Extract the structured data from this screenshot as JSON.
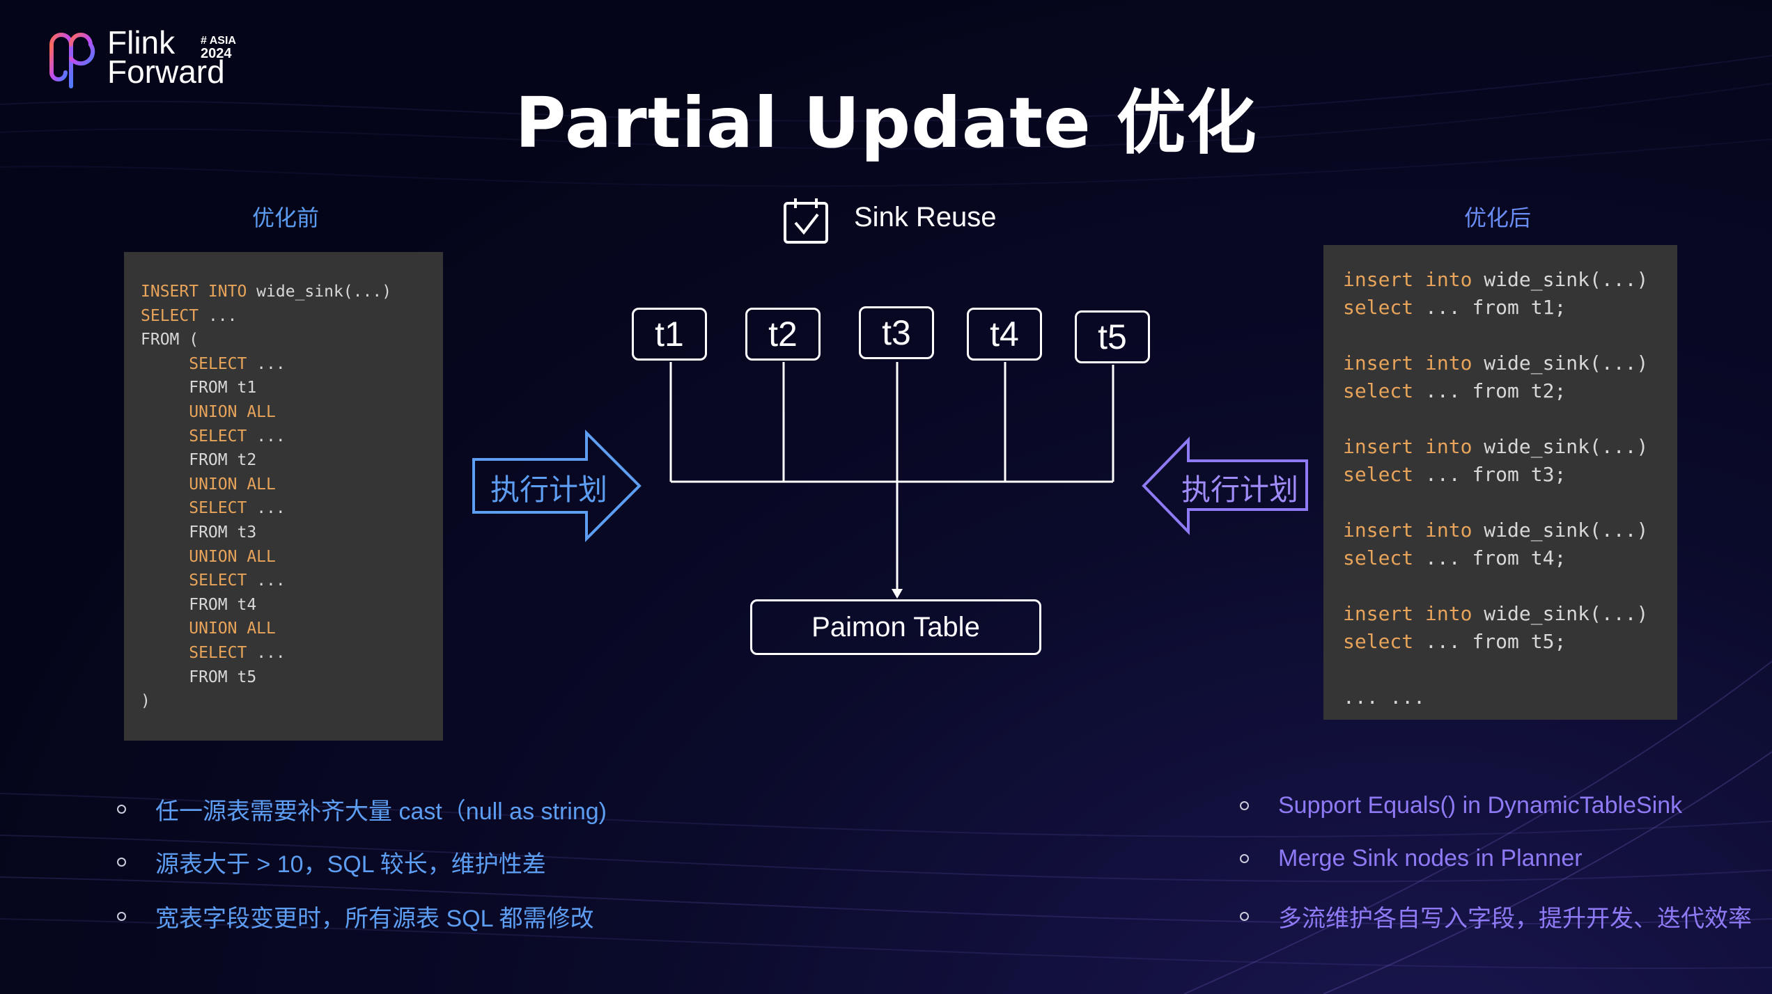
{
  "logo": {
    "line1": "Flink",
    "line2": "Forward",
    "badge1": "# ASIA",
    "badge2": "2024"
  },
  "title": "Partial Update 优化",
  "before_label": "优化前",
  "after_label": "优化后",
  "left_code": [
    [
      {
        "t": "INSERT INTO",
        "k": true
      },
      {
        "t": " wide_sink(...)"
      }
    ],
    [
      {
        "t": "SELECT",
        "k": true
      },
      {
        "t": " ..."
      }
    ],
    [
      {
        "t": "FROM ("
      }
    ],
    [
      {
        "t": "     "
      },
      {
        "t": "SELECT",
        "k": true
      },
      {
        "t": " ..."
      }
    ],
    [
      {
        "t": "     FROM t1"
      }
    ],
    [
      {
        "t": "     "
      },
      {
        "t": "UNION ALL",
        "k": true
      }
    ],
    [
      {
        "t": "     "
      },
      {
        "t": "SELECT",
        "k": true
      },
      {
        "t": " ..."
      }
    ],
    [
      {
        "t": "     FROM t2"
      }
    ],
    [
      {
        "t": "     "
      },
      {
        "t": "UNION ALL",
        "k": true
      }
    ],
    [
      {
        "t": "     "
      },
      {
        "t": "SELECT",
        "k": true
      },
      {
        "t": " ..."
      }
    ],
    [
      {
        "t": "     FROM t3"
      }
    ],
    [
      {
        "t": "     "
      },
      {
        "t": "UNION ALL",
        "k": true
      }
    ],
    [
      {
        "t": "     "
      },
      {
        "t": "SELECT",
        "k": true
      },
      {
        "t": " ..."
      }
    ],
    [
      {
        "t": "     FROM t4"
      }
    ],
    [
      {
        "t": "     "
      },
      {
        "t": "UNION ALL",
        "k": true
      }
    ],
    [
      {
        "t": "     "
      },
      {
        "t": "SELECT",
        "k": true
      },
      {
        "t": " ..."
      }
    ],
    [
      {
        "t": "     FROM t5"
      }
    ],
    [
      {
        "t": ")"
      }
    ]
  ],
  "right_code": [
    [
      {
        "t": "insert into",
        "k": true
      },
      {
        "t": " wide_sink(...)"
      }
    ],
    [
      {
        "t": "select",
        "k": true
      },
      {
        "t": " ... from t1;"
      }
    ],
    [
      {
        "t": ""
      }
    ],
    [
      {
        "t": "insert into",
        "k": true
      },
      {
        "t": " wide_sink(...)"
      }
    ],
    [
      {
        "t": "select",
        "k": true
      },
      {
        "t": " ... from t2;"
      }
    ],
    [
      {
        "t": ""
      }
    ],
    [
      {
        "t": "insert into",
        "k": true
      },
      {
        "t": " wide_sink(...)"
      }
    ],
    [
      {
        "t": "select",
        "k": true
      },
      {
        "t": " ... from t3;"
      }
    ],
    [
      {
        "t": ""
      }
    ],
    [
      {
        "t": "insert into",
        "k": true
      },
      {
        "t": " wide_sink(...)"
      }
    ],
    [
      {
        "t": "select",
        "k": true
      },
      {
        "t": " ... from t4;"
      }
    ],
    [
      {
        "t": ""
      }
    ],
    [
      {
        "t": "insert into",
        "k": true
      },
      {
        "t": " wide_sink(...)"
      }
    ],
    [
      {
        "t": "select",
        "k": true
      },
      {
        "t": " ... from t5;"
      }
    ],
    [
      {
        "t": ""
      }
    ],
    [
      {
        "t": "... ..."
      }
    ]
  ],
  "sink_reuse": "Sink Reuse",
  "sources": [
    "t1",
    "t2",
    "t3",
    "t4",
    "t5"
  ],
  "target": "Paimon Table",
  "left_arrow_label": "执行计划",
  "right_arrow_label": "执行计划",
  "left_bullets": [
    "任一源表需要补齐大量 cast（null as string)",
    "源表大于 > 10，SQL 较长，维护性差",
    "宽表字段变更时，所有源表 SQL 都需修改"
  ],
  "right_bullets": [
    "Support Equals() in DynamicTableSink",
    "Merge Sink nodes in Planner",
    "多流维护各自写入字段，提升开发、迭代效率"
  ],
  "colors": {
    "keyword": "#e8a45a",
    "left_accent": "#5d9df2",
    "right_accent": "#8f7af5"
  }
}
